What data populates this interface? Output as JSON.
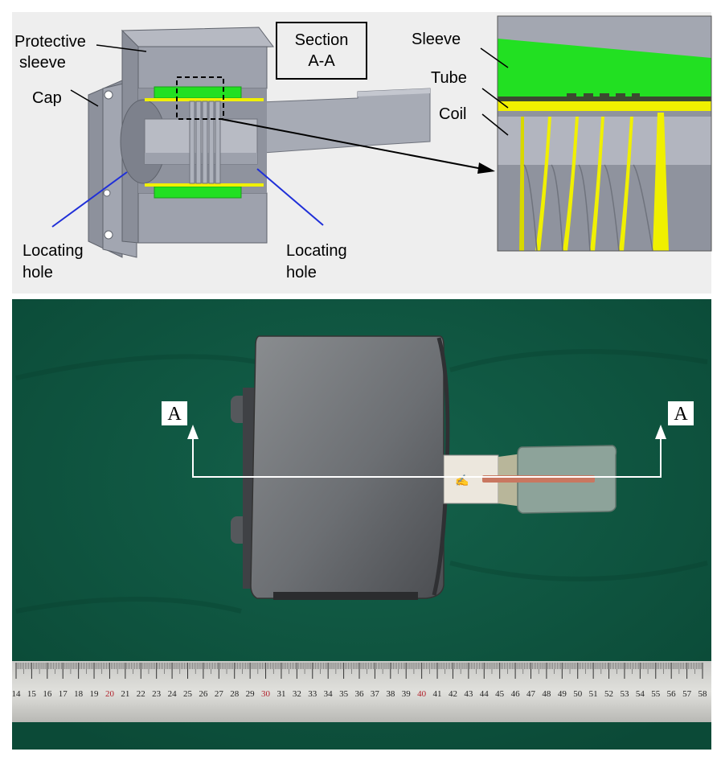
{
  "diagram": {
    "labels": {
      "protective_sleeve_line1": "Protective",
      "protective_sleeve_line2": "sleeve",
      "section_line1": "Section",
      "section_line2": "A-A",
      "cap": "Cap",
      "locating_hole_left_line1": "Locating",
      "locating_hole_left_line2": "hole",
      "locating_hole_right_line1": "Locating",
      "locating_hole_right_line2": "hole",
      "detail_sleeve": "Sleeve",
      "detail_tube": "Tube",
      "detail_coil": "Coil"
    },
    "colors": {
      "panel_bg": "#eeeeee",
      "metal": "#9ea2ad",
      "metal_dark": "#7f838e",
      "sleeve_green": "#22e022",
      "tube_yellow": "#f0f000",
      "leader_blue": "#1f2fd8",
      "cloth_green": "#0f5541"
    }
  },
  "photo": {
    "section_marker_left": "A",
    "section_marker_right": "A",
    "ruler_ticks": [
      "14",
      "15",
      "16",
      "17",
      "18",
      "19",
      "20",
      "21",
      "22",
      "23",
      "24",
      "25",
      "26",
      "27",
      "28",
      "29",
      "30",
      "31",
      "32",
      "33",
      "34",
      "35",
      "36",
      "37",
      "38",
      "39",
      "40",
      "41",
      "42",
      "43",
      "44",
      "45",
      "46",
      "47",
      "48",
      "49",
      "50",
      "51",
      "52",
      "53",
      "54",
      "55",
      "56",
      "57",
      "58"
    ],
    "ruler_red_ticks": [
      "20",
      "30",
      "40"
    ]
  }
}
